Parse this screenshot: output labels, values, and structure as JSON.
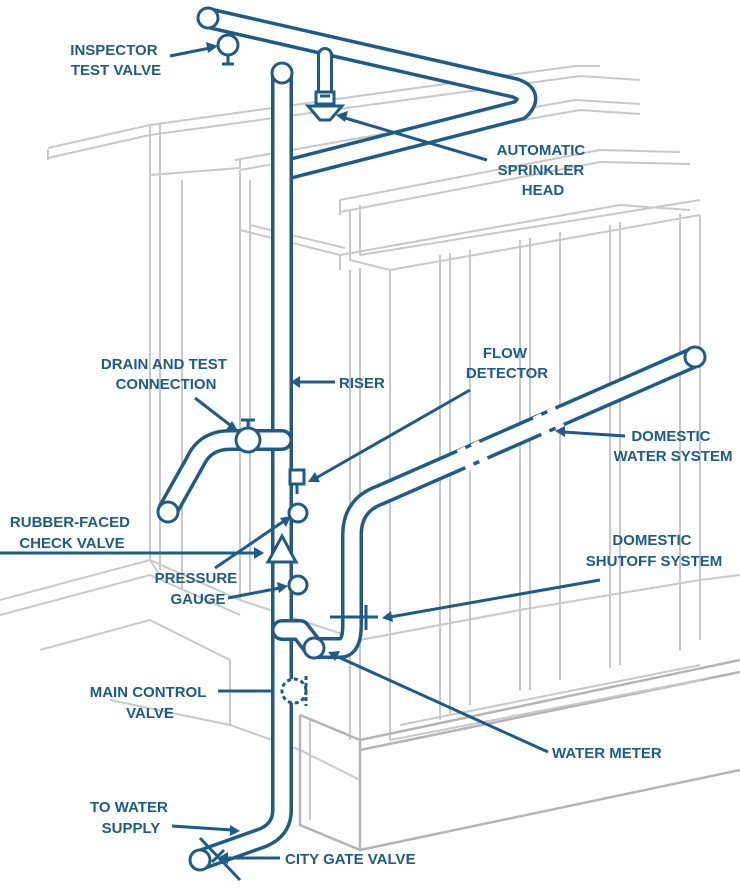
{
  "labels": {
    "inspector_test_valve": [
      "INSPECTOR",
      "TEST VALVE"
    ],
    "automatic_sprinkler_head": [
      "AUTOMATIC",
      "SPRINKLER",
      "HEAD"
    ],
    "drain_and_test_connection": [
      "DRAIN AND TEST",
      "CONNECTION"
    ],
    "riser": [
      "RISER"
    ],
    "flow_detector": [
      "FLOW",
      "DETECTOR"
    ],
    "domestic_water_system": [
      "DOMESTIC",
      "WATER SYSTEM"
    ],
    "rubber_faced_check_valve": [
      "RUBBER-FACED",
      "CHECK VALVE"
    ],
    "domestic_shutoff_system": [
      "DOMESTIC",
      "SHUTOFF SYSTEM"
    ],
    "pressure_gauge": [
      "PRESSURE",
      "GAUGE"
    ],
    "main_control_valve": [
      "MAIN CONTROL",
      "VALVE"
    ],
    "water_meter": [
      "WATER METER"
    ],
    "to_water_supply": [
      "TO WATER",
      "SUPPLY"
    ],
    "city_gate_valve": [
      "CITY GATE VALVE"
    ]
  },
  "colors": {
    "ink": "#1d5c8a",
    "building": "#c8c8c8",
    "background": "#ffffff"
  }
}
